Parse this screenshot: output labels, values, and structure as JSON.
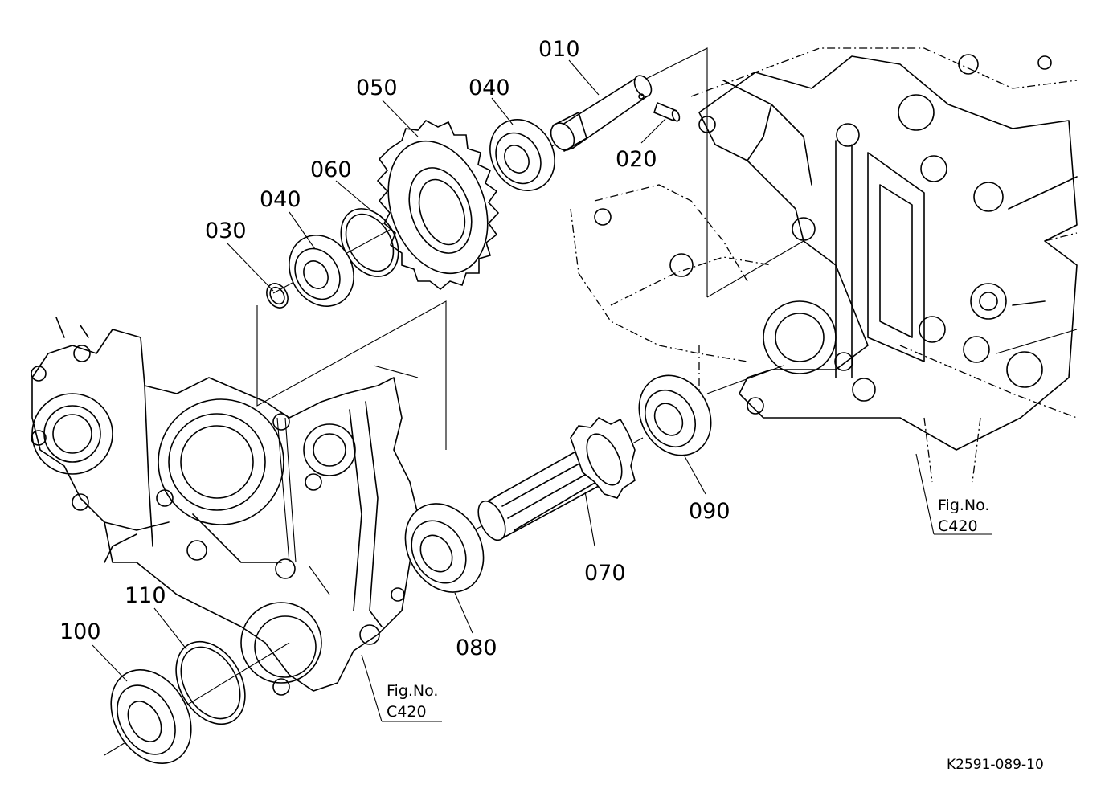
{
  "part_labels": {
    "p010": "010",
    "p020": "020",
    "p030": "030",
    "p040a": "040",
    "p040b": "040",
    "p050": "050",
    "p060": "060",
    "p070": "070",
    "p080": "080",
    "p090": "090",
    "p100": "100",
    "p110": "110"
  },
  "figure_refs": {
    "right": {
      "line1": "Fig.No.",
      "line2": "C420"
    },
    "left": {
      "line1": "Fig.No.",
      "line2": "C420"
    }
  },
  "drawing_code": "K2591-089-10"
}
